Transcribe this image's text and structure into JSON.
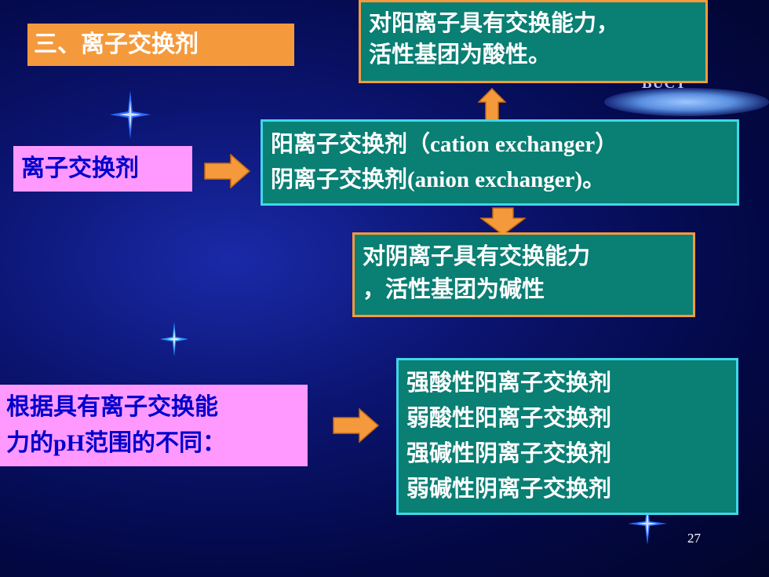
{
  "slide": {
    "title": "三、离子交换剂",
    "page_number": "27",
    "background_text": "BUCT"
  },
  "top_box": {
    "line1": "对阳离子具有交换能力，",
    "line2": "活性基团为酸性。"
  },
  "mid_box": {
    "line1_cn": "阳离子交换剂（",
    "line1_en": "cation exchanger",
    "line1_close": "）",
    "line2_cn": "阴离子交换剂",
    "line2_en": "(anion exchanger)",
    "line2_close": "。"
  },
  "low_box": {
    "line1": "对阴离子具有交换能力",
    "line2": "，活性基团为碱性"
  },
  "left_label": "离子交换剂",
  "left_label2": {
    "line1": "根据具有离子交换能",
    "line2_a": "力的",
    "line2_en": "pH",
    "line2_b": "范围的不同："
  },
  "types_box": {
    "items": [
      "强酸性阳离子交换剂",
      "弱酸性阳离子交换剂",
      "强碱性阴离子交换剂",
      "弱碱性阴离子交换剂"
    ]
  },
  "colors": {
    "orange": "#f59a3c",
    "teal": "#0a7f74",
    "cyan_border": "#3fd7e8",
    "pink": "#ff99ff",
    "label_blue": "#0000cc"
  }
}
